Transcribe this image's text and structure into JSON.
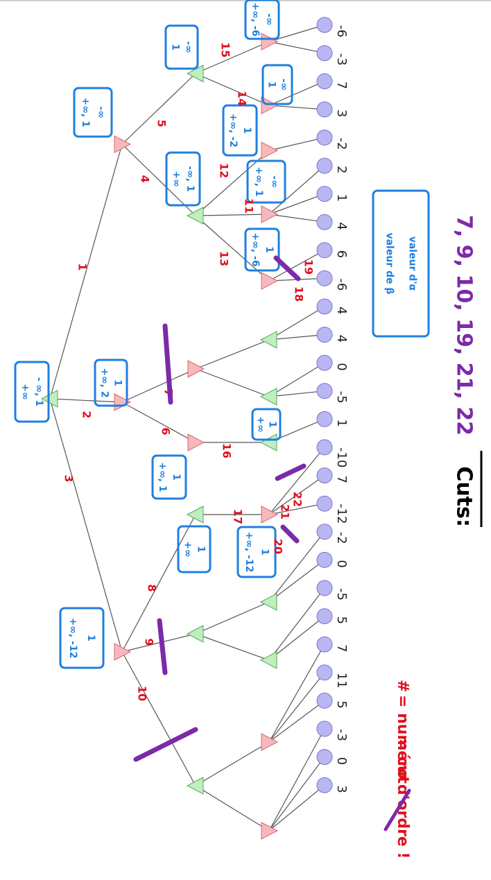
{
  "leaves": [
    "-6",
    "-3",
    "7",
    "3",
    "-2",
    "2",
    "1",
    "4",
    "6",
    "-6",
    "4",
    "4",
    "0",
    "-5",
    "1",
    "-10",
    "7",
    "-12",
    "-2",
    "0",
    "-5",
    "5",
    "7",
    "11",
    "5",
    "-3",
    "0",
    "3"
  ],
  "box_labels": {
    "root": [
      "- ∞, 1",
      "+∞"
    ],
    "b_left_top": [
      "-∞",
      "+∞, 1"
    ],
    "b_mid": [
      "1",
      "+∞, 2"
    ],
    "b_bottom": [
      "1",
      "+∞, -12"
    ],
    "b_e5": [
      "-∞",
      "1"
    ],
    "b_e6": [
      "-∞, 1",
      "+∞"
    ],
    "b_l1": [
      "-∞",
      "+∞, -6"
    ],
    "b_l2": [
      "-∞",
      "1"
    ],
    "b_l3": [
      "1",
      "+∞, -2"
    ],
    "b_l4": [
      "-∞",
      "+∞, 1"
    ],
    "b_l5": [
      "1",
      "+∞, -6"
    ],
    "b_h9": [
      "1",
      "+∞"
    ],
    "b_h10": [
      "1",
      "+∞, 1"
    ],
    "b_h7": [
      "1",
      "+∞"
    ],
    "b_h8": [
      "1",
      "+∞, -12"
    ],
    "legend": [
      "valeur d'α",
      "valeur de β"
    ]
  },
  "edge_numbers": [
    "1",
    "2",
    "3",
    "4",
    "5",
    "6",
    "7",
    "8",
    "9",
    "10",
    "11",
    "12",
    "13",
    "14",
    "15",
    "16",
    "17",
    "18",
    "19",
    "20",
    "21",
    "22"
  ],
  "notes": {
    "order_label": "= numéro d'ordre !",
    "cut_label": "= cut",
    "cuts_title": "Cuts:",
    "cuts_values": "7, 9, 10, 19, 21, 22"
  },
  "colors": {
    "max_fill": "#bfeebf",
    "max_stroke": "#5aa85a",
    "min_fill": "#f7b8bb",
    "min_stroke": "#d86a70",
    "leaf_fill": "#b9b7f2",
    "leaf_stroke": "#7874d4",
    "edge": "#555555",
    "box": "#1f7fe0",
    "order": "#e0101e",
    "cut": "#7b2aa8",
    "ink": "#000000"
  }
}
